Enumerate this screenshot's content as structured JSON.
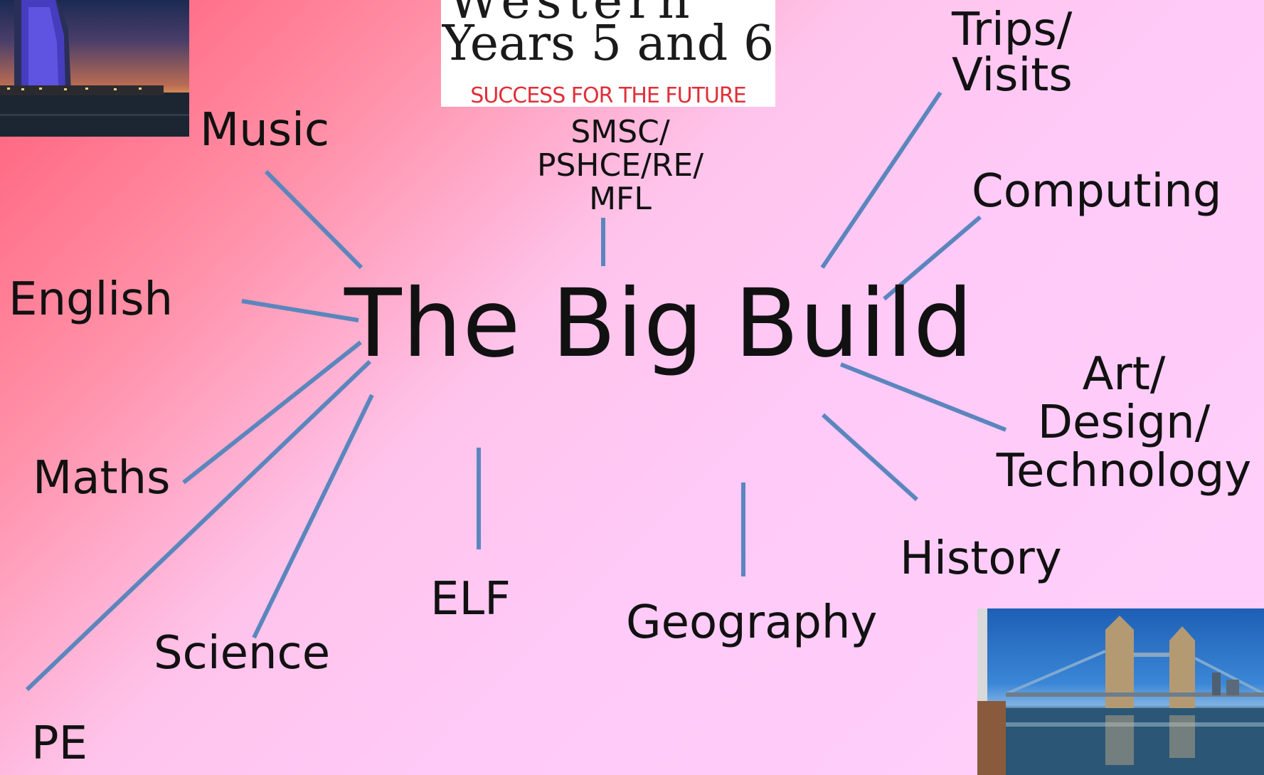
{
  "title": "The Big Build",
  "logo": {
    "years": "Years 5 and 6",
    "tagline": "SUCCESS FOR THE FUTURE"
  },
  "subjects": {
    "music": "Music",
    "smsc": "SMSC/\nPSHCE/RE/\nMFL",
    "trips": "Trips/\nVisits",
    "computing": "Computing",
    "english": "English",
    "art": "Art/\nDesign/\nTechnology",
    "maths": "Maths",
    "history": "History",
    "elf": "ELF",
    "geography": "Geography",
    "science": "Science",
    "pe": "PE"
  },
  "colors": {
    "connector": "#5b86bd",
    "text": "#111111",
    "tagline": "#e0303a"
  },
  "images": {
    "top_left": "burj-al-arab-photo",
    "bottom_right": "tower-bridge-photo"
  }
}
